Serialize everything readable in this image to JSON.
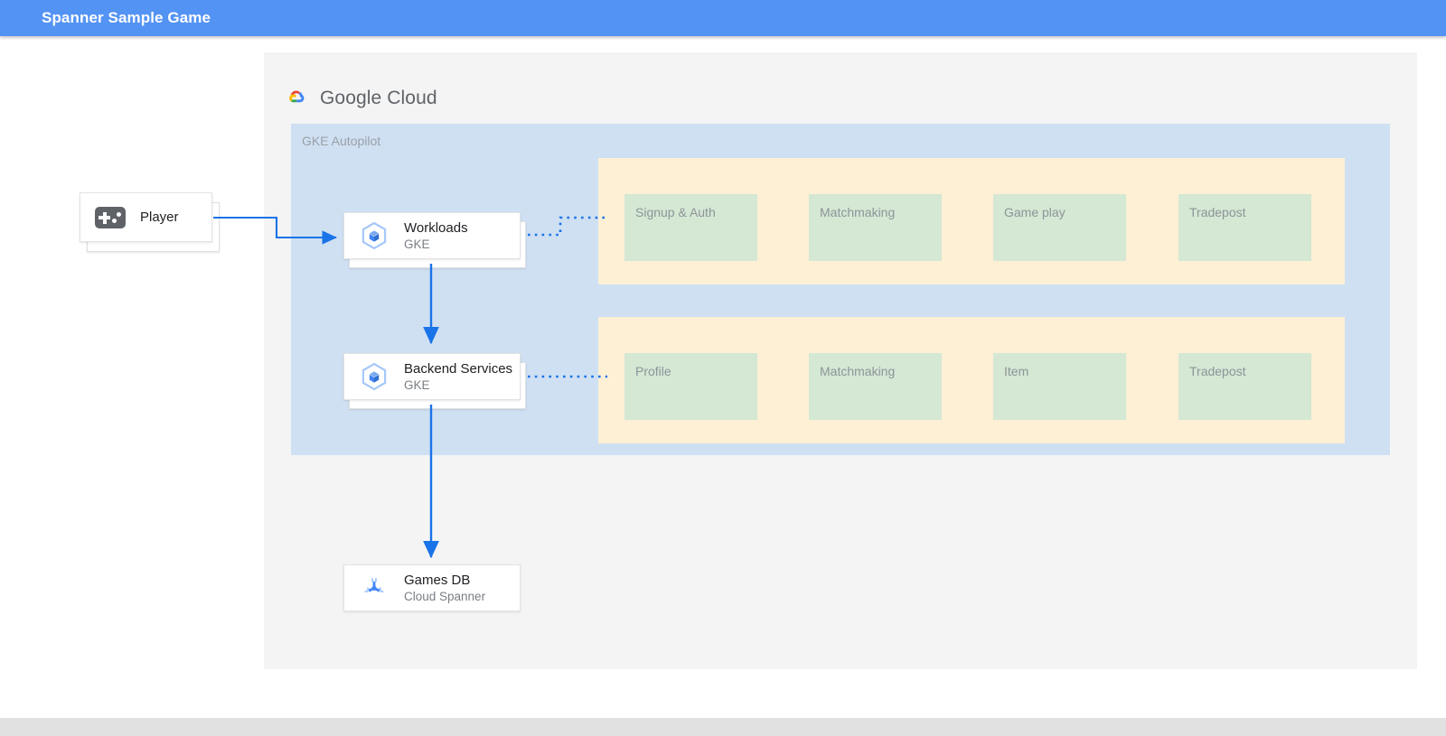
{
  "appbar": {
    "title": "Spanner Sample Game",
    "background": "#5393f3",
    "text_color": "#ffffff"
  },
  "diagram": {
    "logo": {
      "name": "google-cloud-logo",
      "text_light": "Google",
      "text_bold": "Cloud",
      "full_text": "Google Cloud"
    },
    "platform_panel": {
      "label": "GKE Autopilot",
      "background": "#cfe0f3",
      "label_color": "#9aa0a6"
    },
    "service_groups": [
      {
        "name": "workloads-services",
        "background": "#fdf0d5",
        "boxes": [
          {
            "label": "Signup & Auth"
          },
          {
            "label": "Matchmaking"
          },
          {
            "label": "Game play"
          },
          {
            "label": "Tradepost"
          }
        ]
      },
      {
        "name": "backend-services",
        "background": "#fdf0d5",
        "boxes": [
          {
            "label": "Profile"
          },
          {
            "label": "Matchmaking"
          },
          {
            "label": "Item"
          },
          {
            "label": "Tradepost"
          }
        ]
      }
    ],
    "service_box_color": "#d4e8d4",
    "service_label_color": "#8e9499",
    "nodes": [
      {
        "id": "player",
        "title": "Player",
        "subtitle": "",
        "icon": "gamepad-icon"
      },
      {
        "id": "workloads",
        "title": "Workloads",
        "subtitle": "GKE",
        "icon": "gke-hexagon-cube-icon"
      },
      {
        "id": "backend",
        "title": "Backend Services",
        "subtitle": "GKE",
        "icon": "gke-hexagon-cube-icon"
      },
      {
        "id": "gamesdb",
        "title": "Games DB",
        "subtitle": "Cloud Spanner",
        "icon": "cloud-spanner-icon"
      }
    ],
    "connector_color": "#1a73e8"
  }
}
